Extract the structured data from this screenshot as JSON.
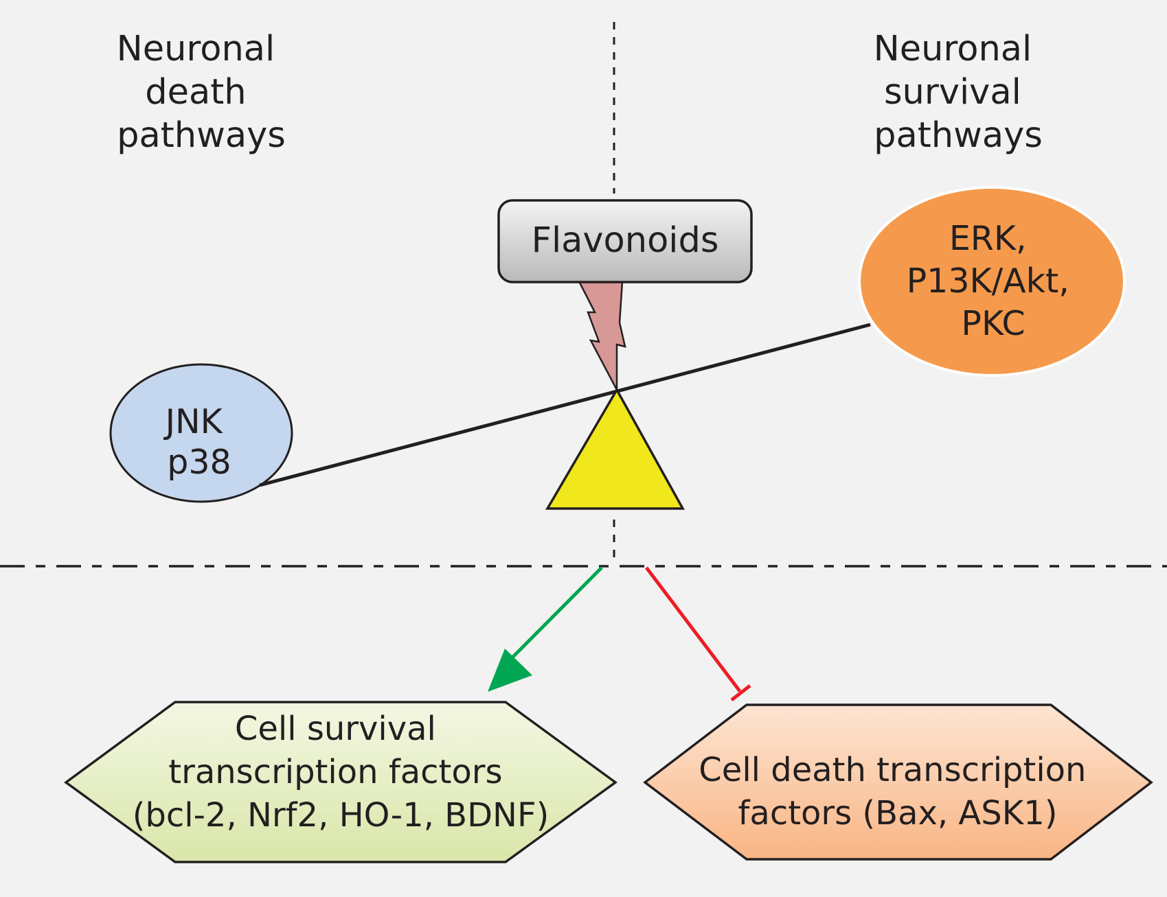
{
  "headers": {
    "death": [
      "Neuronal",
      "death",
      "pathways"
    ],
    "survival": [
      "Neuronal",
      "survival",
      "pathways"
    ]
  },
  "nodes": {
    "flavonoids": "Flavonoids",
    "jnk": [
      "JNK",
      "p38"
    ],
    "erk": [
      "ERK,",
      "P13K/Akt,",
      "PKC"
    ]
  },
  "transcription_factors": {
    "survival": [
      "Cell survival",
      "transcription factors",
      "(bcl-2, Nrf2, HO-1, BDNF)"
    ],
    "death": [
      "Cell death transcription",
      "factors (Bax, ASK1)"
    ]
  },
  "colors": {
    "background": "#f2f2f2",
    "jnk_fill": "#c5d7ee",
    "erk_fill": "#f59a4c",
    "fulcrum_fill": "#f0e71c",
    "bolt_fill": "#d89896",
    "survival_tf_fill": "#e8f0cc",
    "death_tf_fill": "#fbc8a0",
    "activation_arrow": "#00a651",
    "inhibition_arrow": "#ed1c24"
  }
}
